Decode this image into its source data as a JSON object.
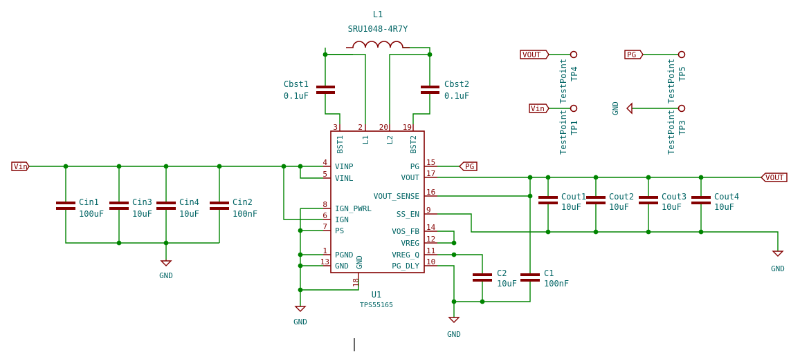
{
  "inductor": {
    "ref": "L1",
    "value": "SRU1048-4R7Y"
  },
  "ic": {
    "ref": "U1",
    "value": "TPS55165",
    "pins_top": [
      {
        "num": "3",
        "name": "BST1"
      },
      {
        "num": "2",
        "name": "L1"
      },
      {
        "num": "20",
        "name": "L2"
      },
      {
        "num": "19",
        "name": "BST2"
      }
    ],
    "pins_left": [
      {
        "num": "4",
        "name": "VINP"
      },
      {
        "num": "5",
        "name": "VINL"
      },
      {
        "num": "8",
        "name": "IGN_PWRL"
      },
      {
        "num": "6",
        "name": "IGN"
      },
      {
        "num": "7",
        "name": "PS"
      },
      {
        "num": "1",
        "name": "PGND"
      },
      {
        "num": "13",
        "name": "GND"
      }
    ],
    "pins_right": [
      {
        "num": "15",
        "name": "PG"
      },
      {
        "num": "17",
        "name": "VOUT"
      },
      {
        "num": "16",
        "name": "VOUT_SENSE"
      },
      {
        "num": "9",
        "name": "SS_EN"
      },
      {
        "num": "14",
        "name": "VOS_FB"
      },
      {
        "num": "12",
        "name": "VREG"
      },
      {
        "num": "11",
        "name": "VREG_Q"
      },
      {
        "num": "10",
        "name": "PG_DLY"
      }
    ],
    "pin_bottom": {
      "num": "18",
      "name": "GND"
    }
  },
  "capacitors": [
    {
      "ref": "Cbst1",
      "value": "0.1uF"
    },
    {
      "ref": "Cbst2",
      "value": "0.1uF"
    },
    {
      "ref": "Cin1",
      "value": "100uF"
    },
    {
      "ref": "Cin3",
      "value": "10uF"
    },
    {
      "ref": "Cin4",
      "value": "10uF"
    },
    {
      "ref": "Cin2",
      "value": "100nF"
    },
    {
      "ref": "Cout1",
      "value": "10uF"
    },
    {
      "ref": "Cout2",
      "value": "10uF"
    },
    {
      "ref": "Cout3",
      "value": "10uF"
    },
    {
      "ref": "Cout4",
      "value": "10uF"
    },
    {
      "ref": "C2",
      "value": "10uF"
    },
    {
      "ref": "C1",
      "value": "100nF"
    }
  ],
  "testpoints": [
    {
      "ref": "TP4",
      "value": "TestPoint"
    },
    {
      "ref": "TP1",
      "value": "TestPoint"
    },
    {
      "ref": "TP5",
      "value": "TestPoint"
    },
    {
      "ref": "TP3",
      "value": "TestPoint"
    }
  ],
  "net_labels": {
    "vin_left": "Vin",
    "vin_tp": "Vin",
    "vout_tp": "VOUT",
    "vout_right": "VOUT",
    "pg_tp": "PG",
    "pg_ic": "PG"
  },
  "ground_label": "GND",
  "colors": {
    "wire": "#008400",
    "component": "#840000",
    "text": "#006464",
    "background": "#ffffff"
  }
}
